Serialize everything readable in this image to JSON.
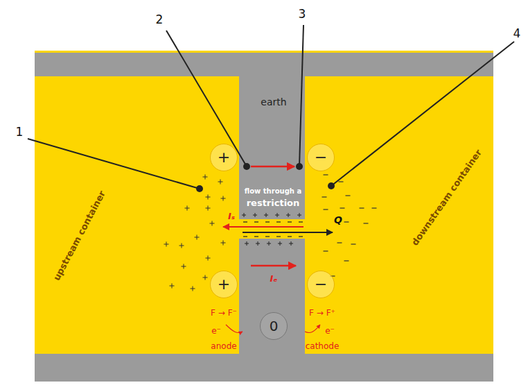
{
  "diagram": {
    "nodes": [
      {
        "text": [
          "+"
        ]
      },
      {
        "text": [
          "−"
        ]
      },
      {
        "text": [
          "+"
        ]
      },
      {
        "text": [
          "−"
        ]
      },
      {
        "text": [
          "0"
        ]
      }
    ],
    "labels": [
      "1",
      "2",
      "3",
      "4",
      "earth",
      "upstream container",
      "downstream container",
      "flow through a",
      "restriction",
      "Iₛ",
      "Q",
      "Iₑ",
      "F → F⁻",
      "e⁻",
      "anode",
      "e⁻",
      "F → F⁺",
      "cathode"
    ]
  }
}
